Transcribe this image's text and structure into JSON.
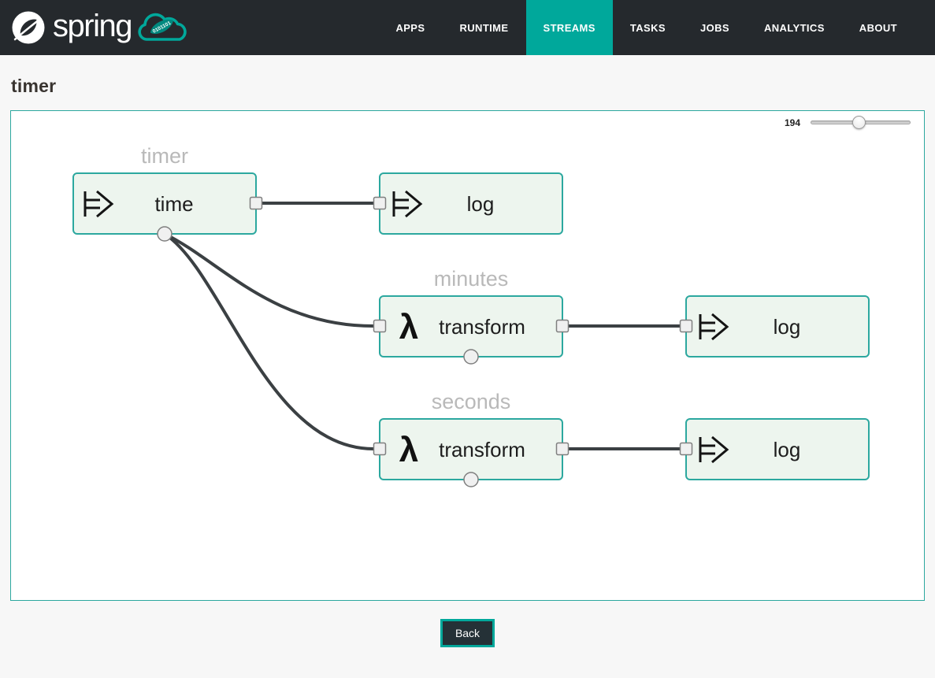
{
  "header": {
    "brand": "spring",
    "cloud_binary": "0101101",
    "nav_items": [
      {
        "label": "APPS"
      },
      {
        "label": "RUNTIME"
      },
      {
        "label": "STREAMS"
      },
      {
        "label": "TASKS"
      },
      {
        "label": "JOBS"
      },
      {
        "label": "ANALYTICS"
      },
      {
        "label": "ABOUT"
      }
    ],
    "active_nav": "STREAMS"
  },
  "page": {
    "title": "timer"
  },
  "canvas": {
    "zoom": {
      "value": "194"
    }
  },
  "flow": {
    "streams": [
      {
        "label": "timer"
      },
      {
        "label": "minutes"
      },
      {
        "label": "seconds"
      }
    ],
    "nodes": [
      {
        "name": "time",
        "type": "source"
      },
      {
        "name": "log",
        "type": "sink"
      },
      {
        "name": "transform",
        "type": "processor"
      },
      {
        "name": "log",
        "type": "sink"
      },
      {
        "name": "transform",
        "type": "processor"
      },
      {
        "name": "log",
        "type": "sink"
      }
    ],
    "lambda_glyph": "λ"
  },
  "colors": {
    "header_bg": "#25292d",
    "accent_teal": "#00a89b",
    "node_border": "#2ca89f",
    "node_fill": "#edf5ee",
    "wire": "#3b4043",
    "stream_label": "#b9b9b9"
  },
  "footer": {
    "back_label": "Back"
  }
}
